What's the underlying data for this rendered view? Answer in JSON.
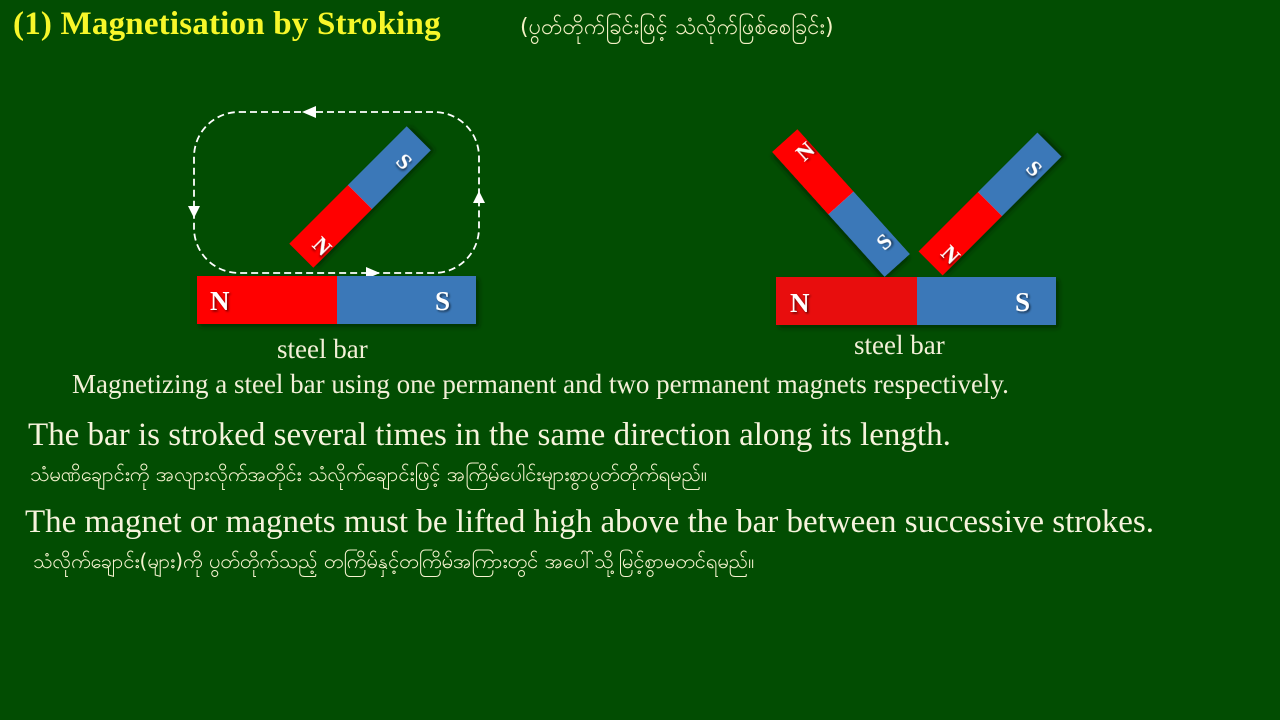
{
  "title": "(1) Magnetisation by Stroking",
  "subtitle_my": "(ပွတ်တိုက်ခြင်းဖြင့် သံလိုက်ဖြစ်စေခြင်း)",
  "diagram_left": {
    "steel_bar_label": "steel bar",
    "bar_north": "N",
    "bar_south": "S",
    "magnet_north": "N",
    "magnet_south": "S"
  },
  "diagram_right": {
    "steel_bar_label": "steel bar",
    "bar_north": "N",
    "bar_south": "S",
    "magnet_left_north": "N",
    "magnet_left_south": "S",
    "magnet_right_north": "N",
    "magnet_right_south": "S"
  },
  "caption": "Magnetizing a steel bar using one permanent and two permanent magnets respectively.",
  "paragraphs": [
    {
      "en": "The bar is stroked several times in the same direction along its length.",
      "my": "သံမဏိချောင်းကို အလျားလိုက်အတိုင်း သံလိုက်ချောင်းဖြင့် အကြိမ်ပေါင်းများစွာပွတ်တိုက်ရမည်။"
    },
    {
      "en": "The magnet or magnets must be lifted high above the bar between successive strokes.",
      "my": "သံလိုက်ချောင်း(များ)ကို ပွတ်တိုက်သည့် တကြိမ်နှင့်တကြိမ်အကြားတွင် အပေါ်သို့မြင့်စွာမတင်ရမည်။"
    }
  ],
  "colors": {
    "background": "#024d02",
    "title": "#f7f72a",
    "north_pole": "#ff0000",
    "south_pole": "#3a78b8",
    "text": "#f3f0d8"
  }
}
